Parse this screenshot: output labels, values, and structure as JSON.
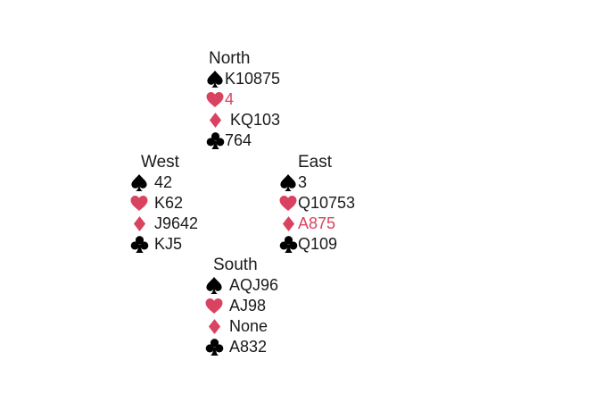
{
  "colors": {
    "black_suit": "#000000",
    "red_suit": "#d9435f",
    "red_text": "#d9435f"
  },
  "hands": {
    "north": {
      "seat": "North",
      "spades": "K10875",
      "hearts": "4",
      "diamonds": "KQ103",
      "clubs": "764"
    },
    "west": {
      "seat": "West",
      "spades": "42",
      "hearts": "K62",
      "diamonds": "J9642",
      "clubs": "KJ5"
    },
    "east": {
      "seat": "East",
      "spades": "3",
      "hearts": "Q10753",
      "diamonds": "A875",
      "clubs": "Q109"
    },
    "south": {
      "seat": "South",
      "spades": "AQJ96",
      "hearts": "AJ98",
      "diamonds": "None",
      "clubs": "A832"
    }
  },
  "icons": {
    "spades": "spade-icon",
    "hearts": "heart-icon",
    "diamonds": "diamond-icon",
    "clubs": "club-icon"
  }
}
